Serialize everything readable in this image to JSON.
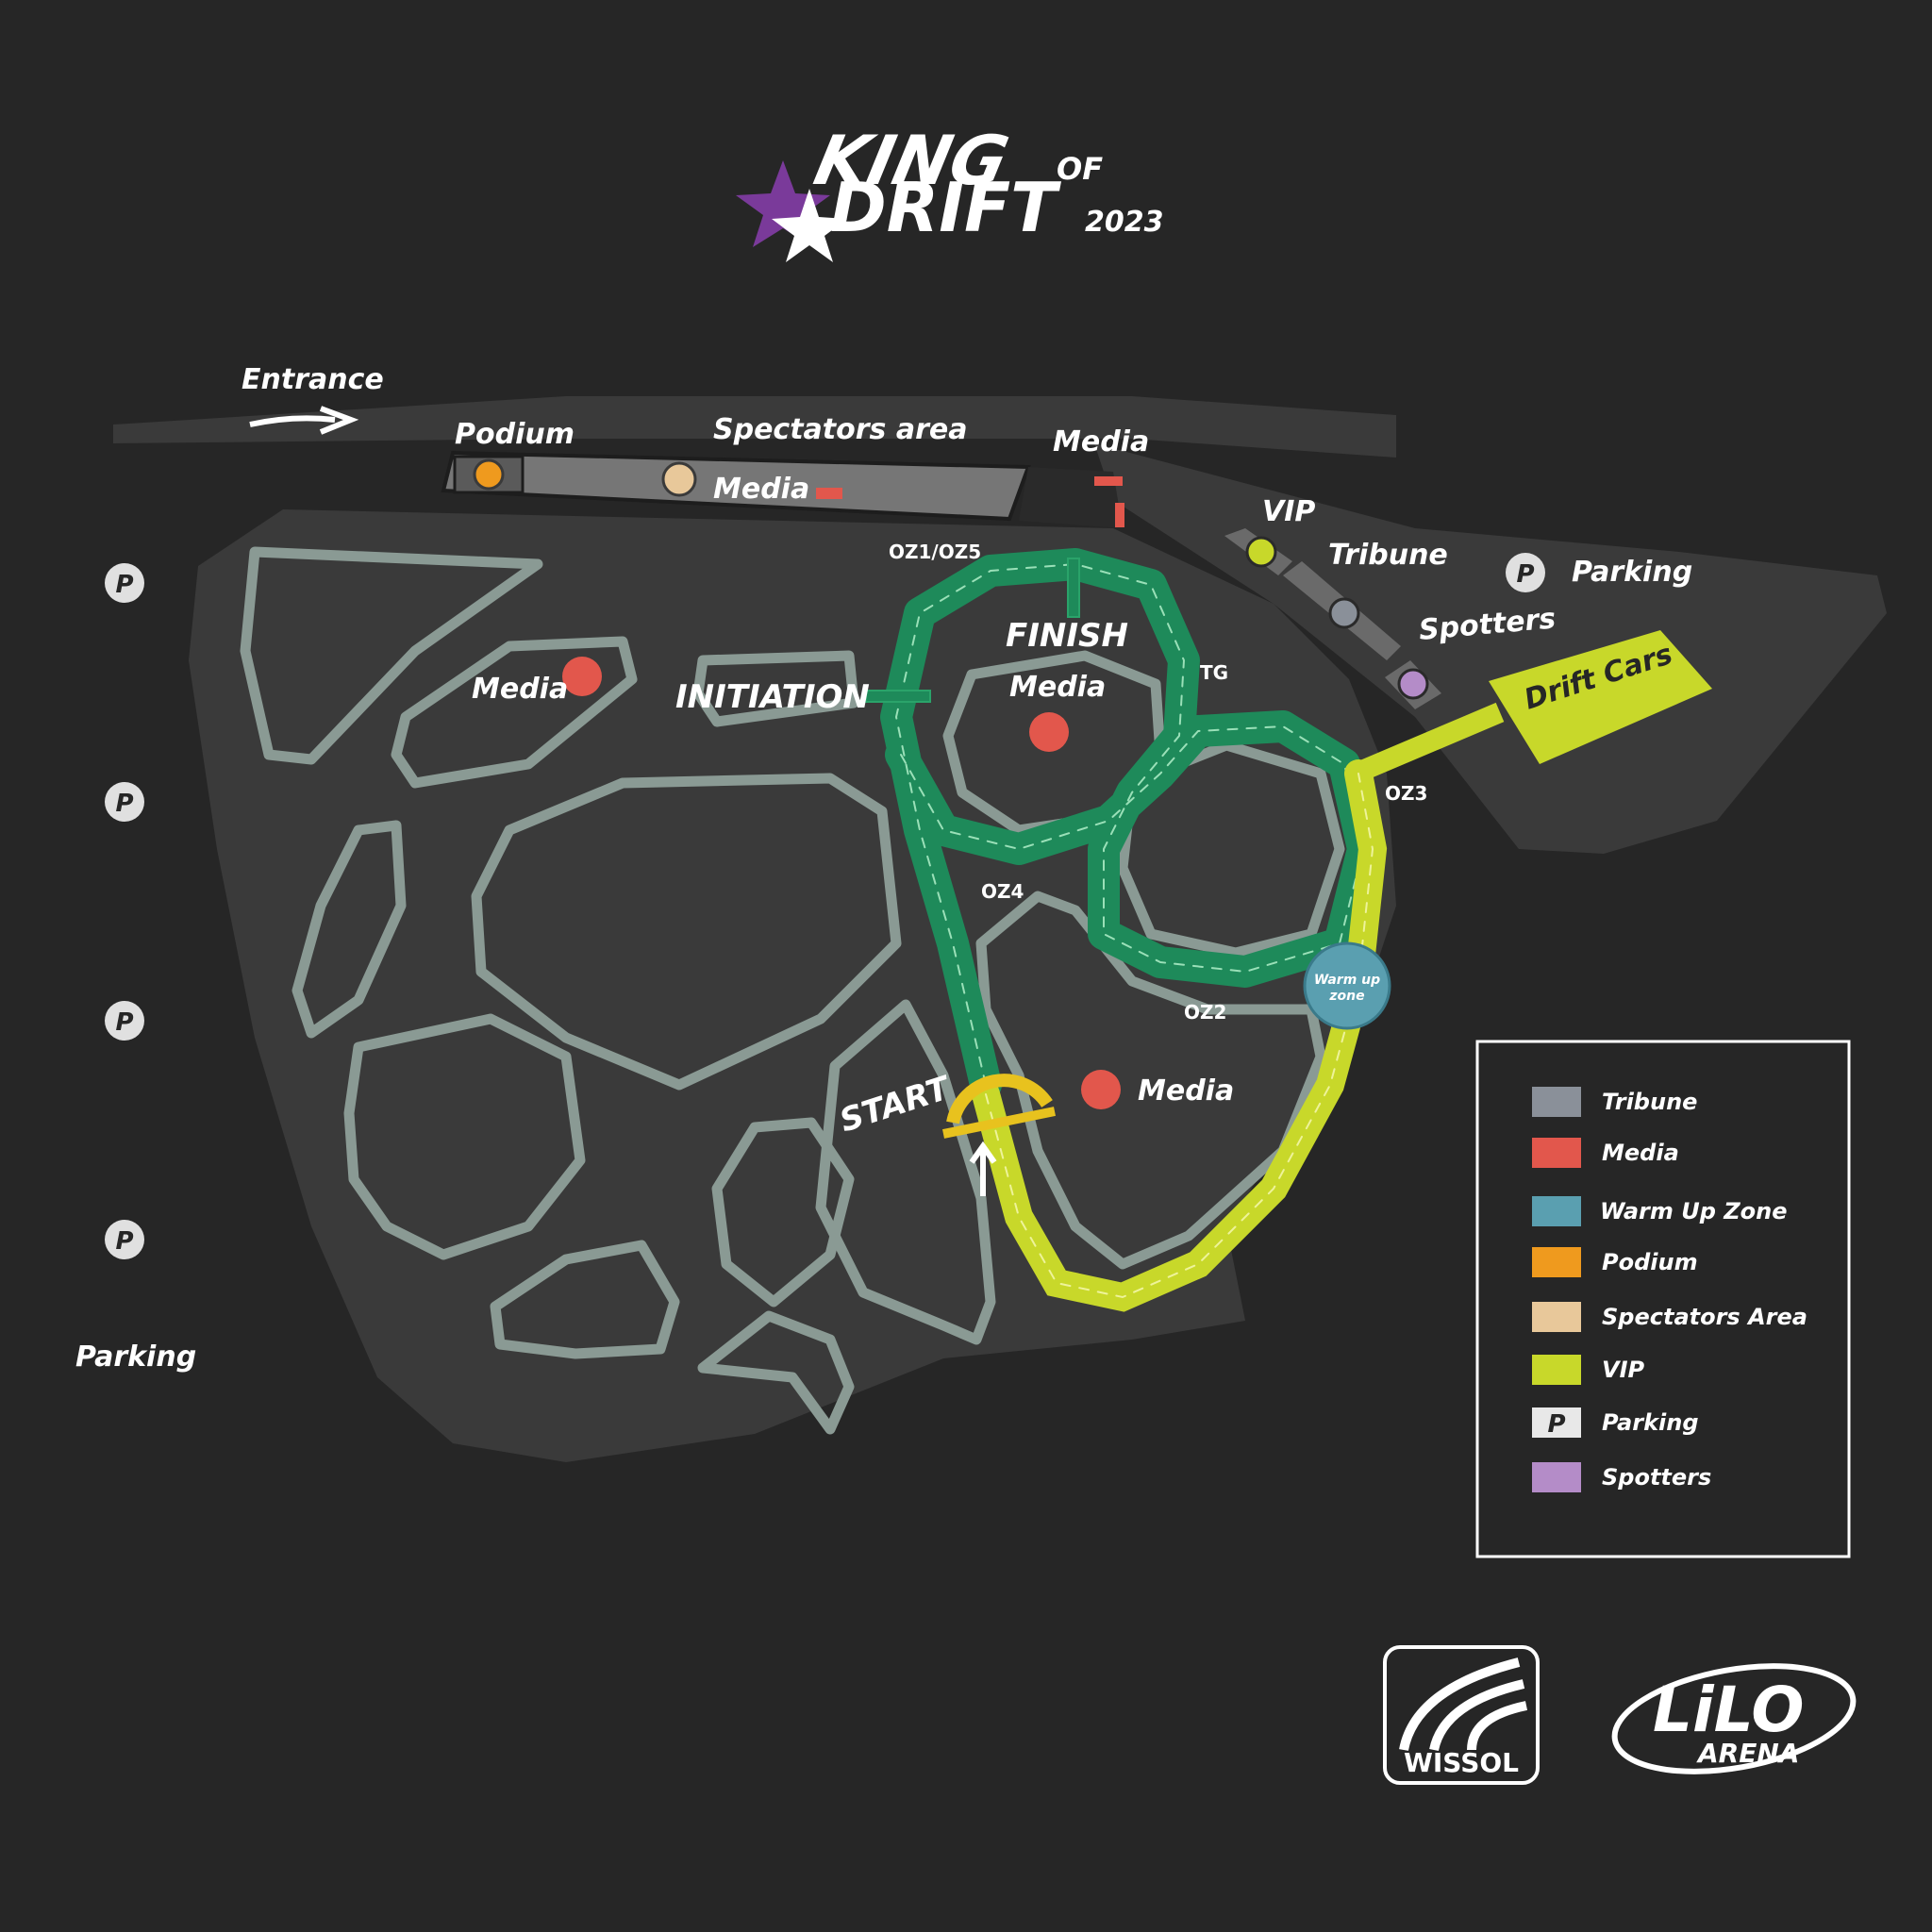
{
  "logo": {
    "line1": "KING",
    "of": "OF",
    "line2": "DRIFT",
    "year": "2023"
  },
  "labels": {
    "entrance": "Entrance",
    "podium": "Podium",
    "spectators_area": "Spectators area",
    "media_top_right": "Media",
    "media_spectators": "Media",
    "vip": "VIP",
    "tribune": "Tribune",
    "parking_top": "Parking",
    "spotters": "Spotters",
    "drift_cars": "Drift Cars",
    "media_left": "Media",
    "initiation": "INITIATION",
    "finish": "FINISH",
    "media_center": "Media",
    "media_bottom": "Media",
    "start": "START",
    "parking_left": "Parking",
    "warm_up_zone": "Warm up zone",
    "warm_up_line1": "Warm up",
    "warm_up_line2": "zone"
  },
  "zones": {
    "oz1_oz5": "OZ1/OZ5",
    "tg": "TG",
    "oz3": "OZ3",
    "oz4": "OZ4",
    "oz2": "OZ2"
  },
  "parking_symbol": "P",
  "legend": {
    "items": [
      {
        "label": "Tribune",
        "color": "#8a9099",
        "icon": "tribune-swatch"
      },
      {
        "label": "Media",
        "color": "#e2574c",
        "icon": "media-swatch"
      },
      {
        "label": "Warm Up Zone",
        "color": "#5a9fb0",
        "icon": "warm-up-swatch"
      },
      {
        "label": "Podium",
        "color": "#ef9a1e",
        "icon": "podium-swatch"
      },
      {
        "label": "Spectators Area",
        "color": "#e8c89a",
        "icon": "spectators-swatch"
      },
      {
        "label": "VIP",
        "color": "#c8d82a",
        "icon": "vip-swatch"
      },
      {
        "label": "Parking",
        "color": "#e8e8e8",
        "icon": "parking-swatch",
        "symbol": "P"
      },
      {
        "label": "Spotters",
        "color": "#b48cc8",
        "icon": "spotters-swatch"
      }
    ]
  },
  "sponsors": {
    "wissol": "WISSOL",
    "lilo": "LiLO",
    "arena": "ARENA"
  },
  "colors": {
    "background": "#262626",
    "ground": "#3a3a3a",
    "track_outline": "#8a9a94",
    "main_track": "#1e8a5a",
    "vip_track": "#c8d82a",
    "start_gate": "#e8c21e",
    "star": "#7a3a9a"
  }
}
